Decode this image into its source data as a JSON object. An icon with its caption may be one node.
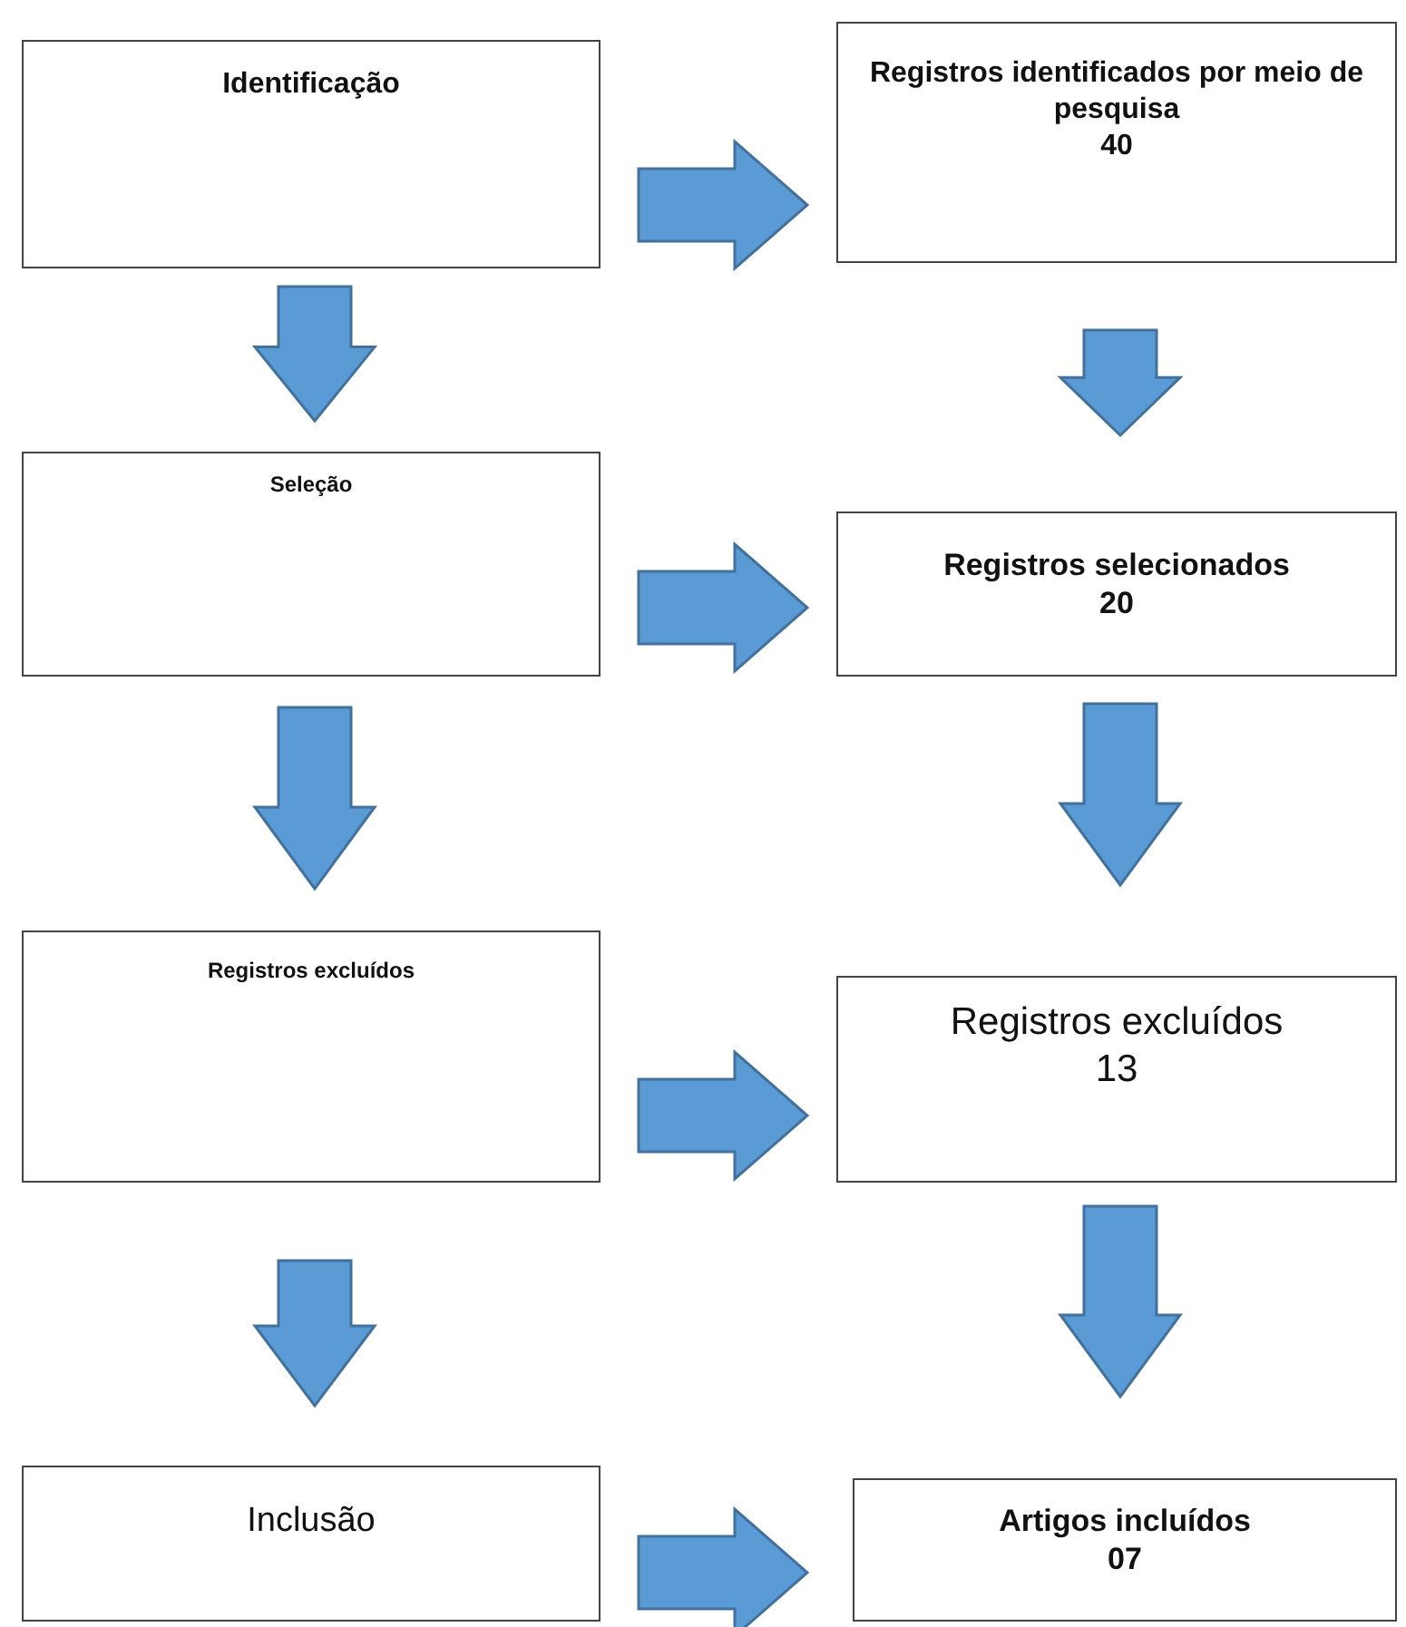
{
  "diagram": {
    "nodes": [
      {
        "text": [
          "Identificação"
        ]
      },
      {
        "text": [
          "Registros identificados por meio de pesquisa",
          "40"
        ]
      },
      {
        "text": [
          "Seleção"
        ]
      },
      {
        "text": [
          "Registros selecionados",
          "20"
        ]
      },
      {
        "text": [
          "Registros excluídos"
        ]
      },
      {
        "text": [
          "Registros excluídos",
          "13"
        ]
      },
      {
        "text": [
          "Inclusão"
        ]
      },
      {
        "text": [
          "Artigos incluídos",
          "07"
        ]
      }
    ],
    "edges": [
      {
        "from": 0,
        "to": 1,
        "arrow": "to"
      },
      {
        "from": 0,
        "to": 2,
        "arrow": "to"
      },
      {
        "from": 1,
        "to": 3,
        "arrow": "to"
      },
      {
        "from": 2,
        "to": 3,
        "arrow": "to"
      },
      {
        "from": 2,
        "to": 4,
        "arrow": "to"
      },
      {
        "from": 3,
        "to": 5,
        "arrow": "to"
      },
      {
        "from": 4,
        "to": 5,
        "arrow": "to"
      },
      {
        "from": 4,
        "to": 6,
        "arrow": "to"
      },
      {
        "from": 5,
        "to": 7,
        "arrow": "to"
      },
      {
        "from": 6,
        "to": 7,
        "arrow": "to"
      }
    ]
  }
}
